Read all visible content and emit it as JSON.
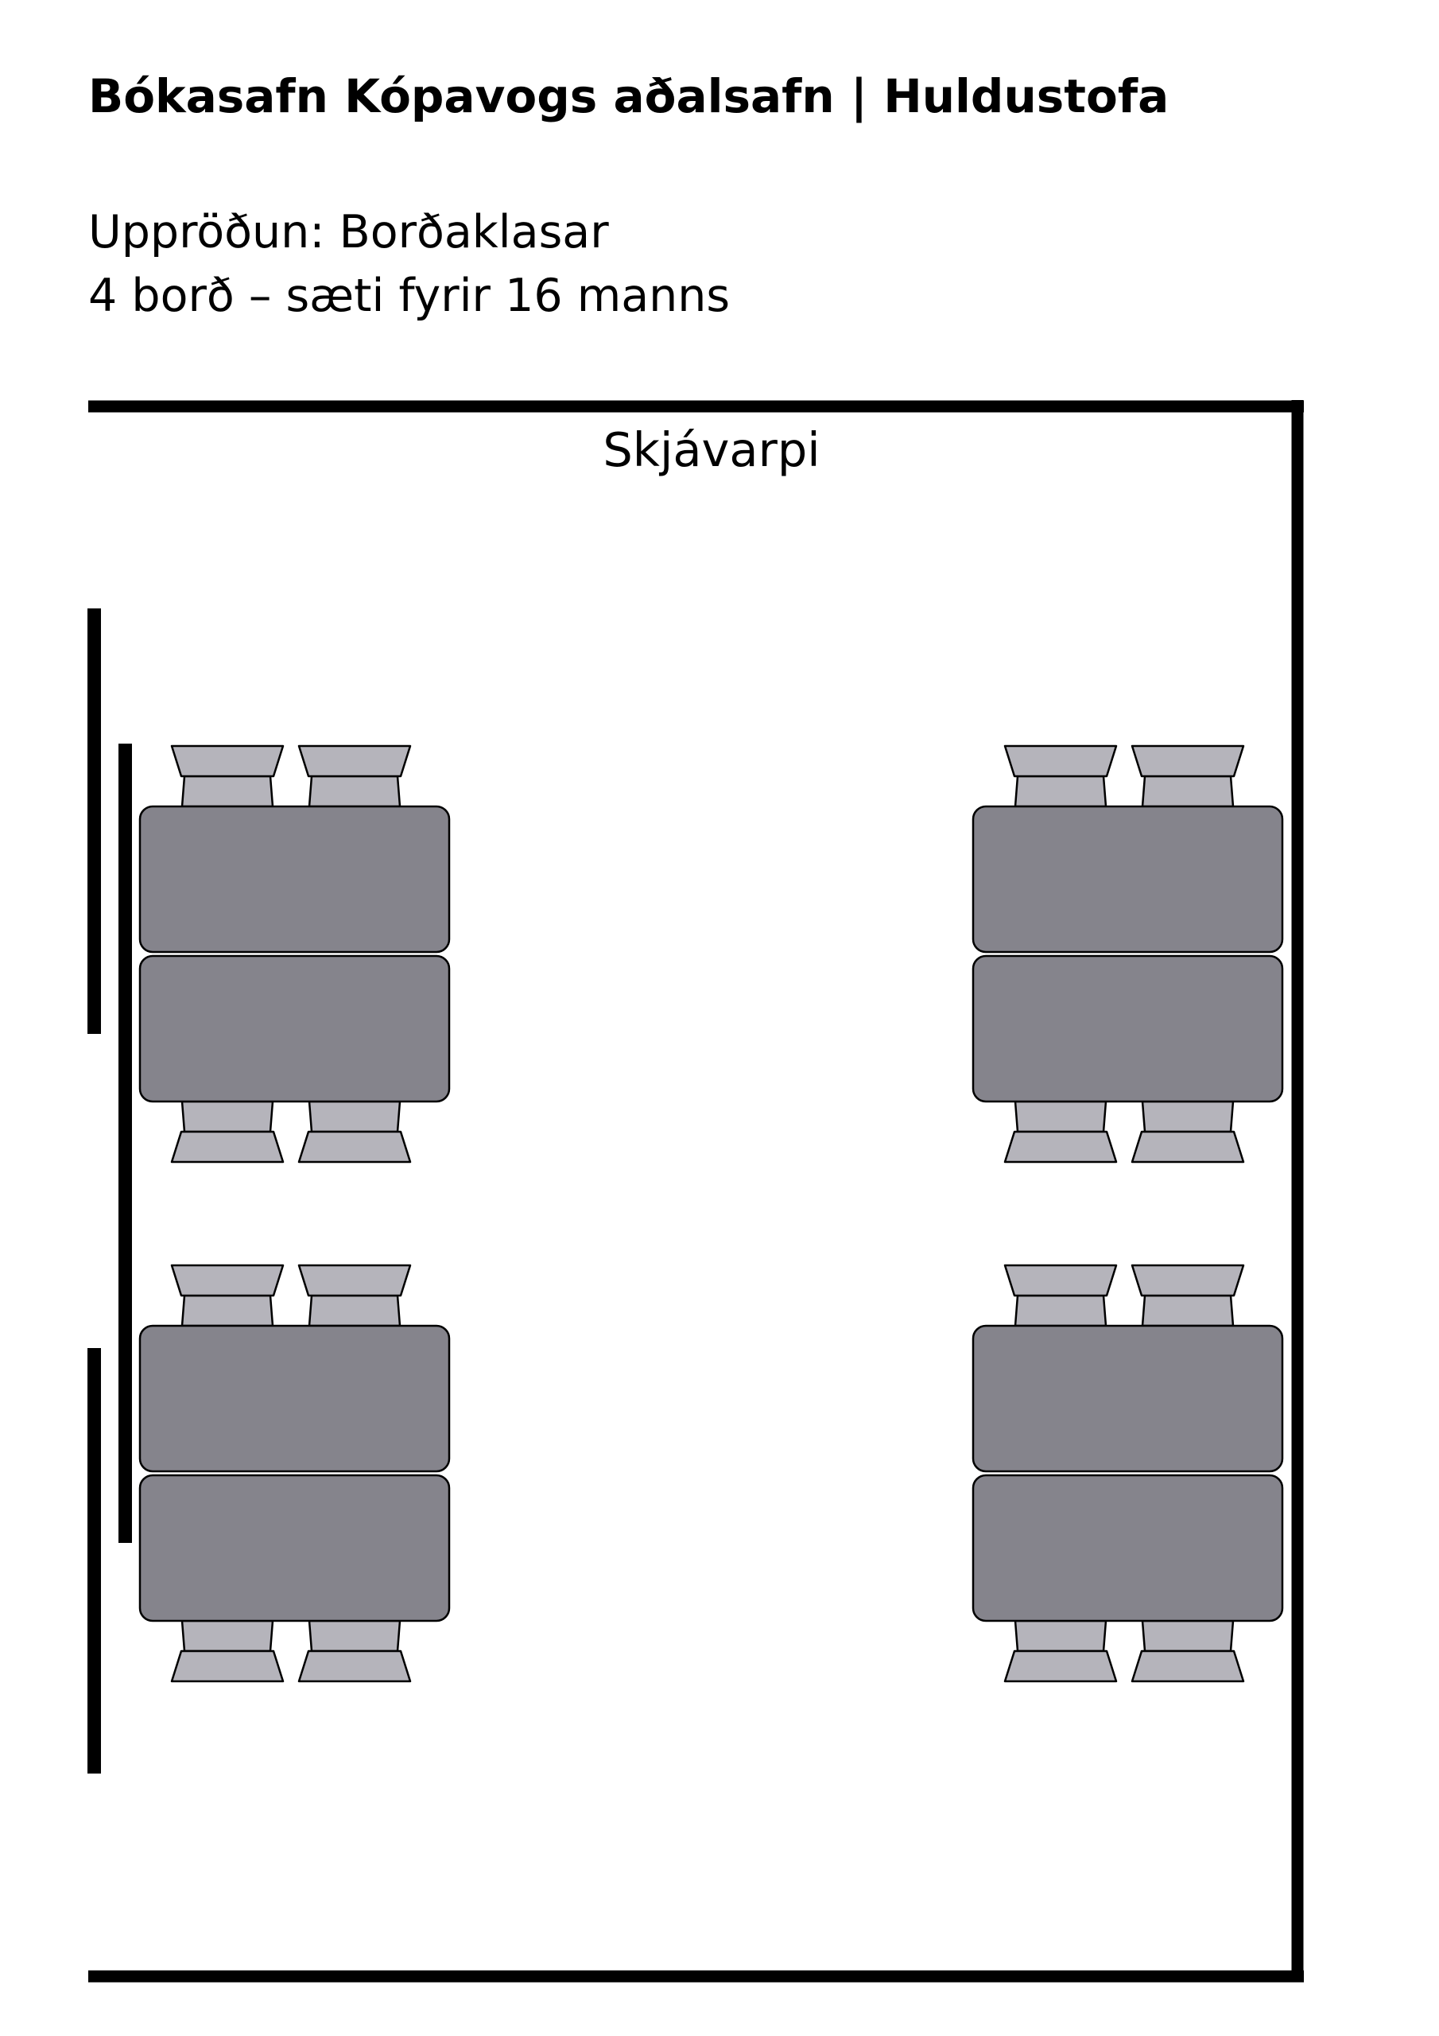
{
  "header": {
    "title": "Bókasafn Kópavogs aðalsafn | Huldustofa",
    "layout_line": "Uppröðun: Borðaklasar",
    "capacity_line": "4 borð – sæti fyrir 16 manns"
  },
  "room": {
    "screen_label": "Skjávarpi"
  },
  "colors": {
    "table_fill": "#85848c",
    "chair_fill": "#b5b4bb",
    "outline": "#000000",
    "background": "#ffffff"
  },
  "clusters": [
    {
      "name": "table-cluster-top-left",
      "tables": 2,
      "chairs": 4
    },
    {
      "name": "table-cluster-top-right",
      "tables": 2,
      "chairs": 4
    },
    {
      "name": "table-cluster-bottom-left",
      "tables": 2,
      "chairs": 4
    },
    {
      "name": "table-cluster-bottom-right",
      "tables": 2,
      "chairs": 4
    }
  ]
}
